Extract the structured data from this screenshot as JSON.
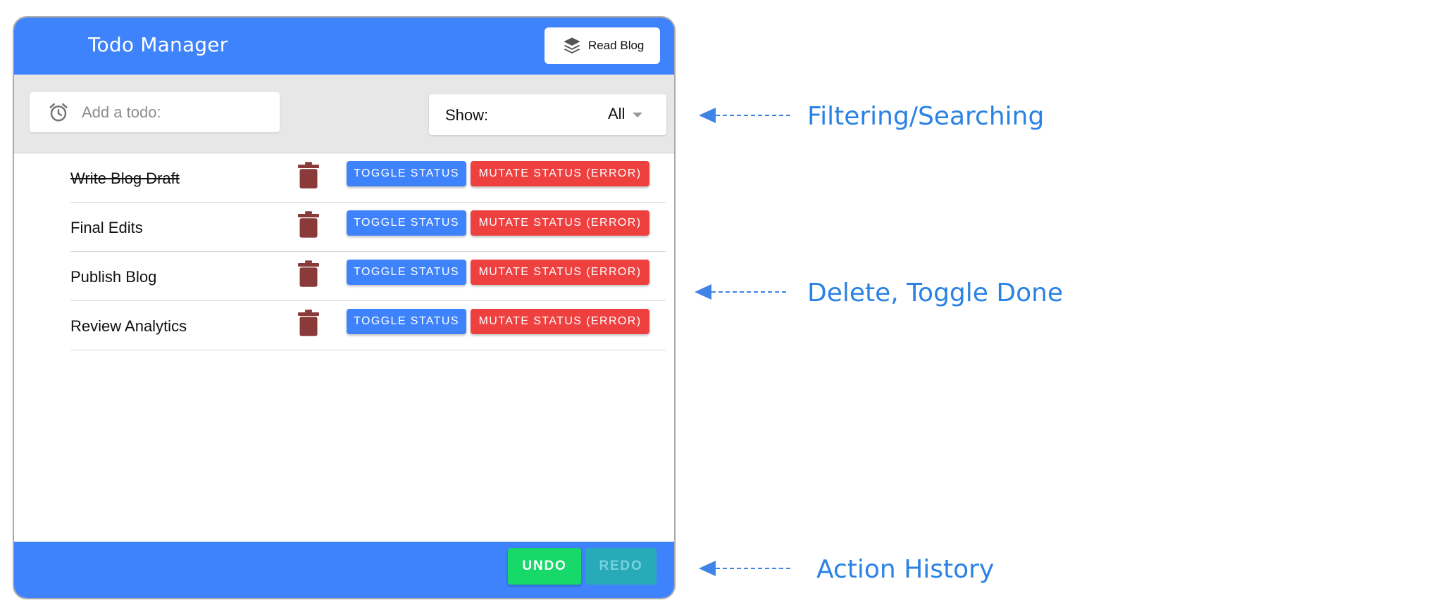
{
  "header": {
    "title": "Todo Manager",
    "read_blog_label": "Read Blog",
    "read_blog_icon": "layers-icon"
  },
  "toolbar": {
    "add_placeholder": "Add a todo:",
    "add_value": "",
    "add_icon": "alarm-clock-icon",
    "filter_label": "Show:",
    "filter_selected": "All"
  },
  "todos": [
    {
      "text": "Write Blog Draft",
      "done": true,
      "toggle_label": "TOGGLE STATUS",
      "mutate_label": "MUTATE STATUS (ERROR)"
    },
    {
      "text": "Final Edits",
      "done": false,
      "toggle_label": "TOGGLE STATUS",
      "mutate_label": "MUTATE STATUS (ERROR)"
    },
    {
      "text": "Publish Blog",
      "done": false,
      "toggle_label": "TOGGLE STATUS",
      "mutate_label": "MUTATE STATUS (ERROR)"
    },
    {
      "text": "Review Analytics",
      "done": false,
      "toggle_label": "TOGGLE STATUS",
      "mutate_label": "MUTATE STATUS (ERROR)"
    }
  ],
  "footer": {
    "undo_label": "UNDO",
    "redo_label": "REDO"
  },
  "annotations": {
    "filtering": "Filtering/Searching",
    "delete_toggle": "Delete, Toggle Done",
    "history": "Action History"
  },
  "colors": {
    "primary": "#3f83fc",
    "danger": "#ef4040",
    "undo": "#17d96a",
    "redo": "#27abb8",
    "trash": "#8b3a3a",
    "annotation": "#2a82e4"
  }
}
